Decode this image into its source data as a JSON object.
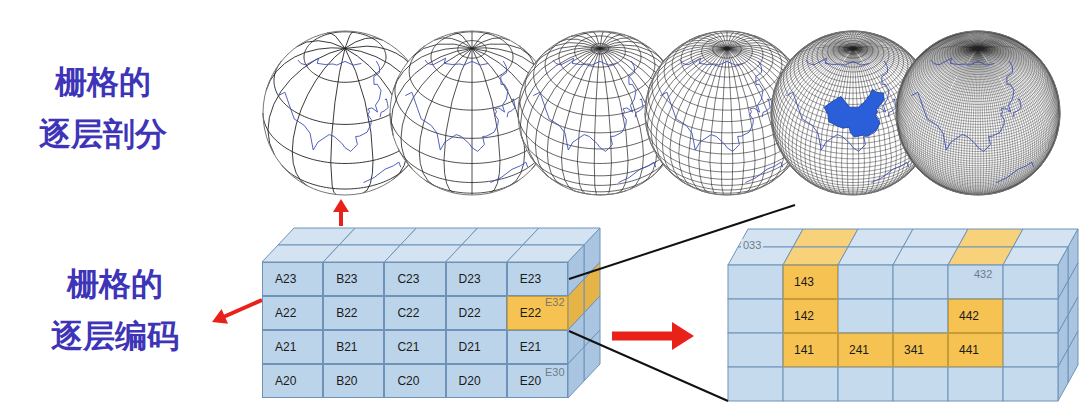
{
  "diagram": {
    "nodes": [
      {
        "text": [
          "A23"
        ]
      },
      {
        "text": [
          "B23"
        ]
      },
      {
        "text": [
          "C23"
        ]
      },
      {
        "text": [
          "D23"
        ]
      },
      {
        "text": [
          "E23"
        ]
      },
      {
        "text": [
          "A22"
        ]
      },
      {
        "text": [
          "B22"
        ]
      },
      {
        "text": [
          "C22"
        ]
      },
      {
        "text": [
          "D22"
        ]
      },
      {
        "text": [
          "E22"
        ]
      },
      {
        "text": [
          "A21"
        ]
      },
      {
        "text": [
          "B21"
        ]
      },
      {
        "text": [
          "C21"
        ]
      },
      {
        "text": [
          "D21"
        ]
      },
      {
        "text": [
          "E21"
        ]
      },
      {
        "text": [
          "A20"
        ]
      },
      {
        "text": [
          "B20"
        ]
      },
      {
        "text": [
          "C20"
        ]
      },
      {
        "text": [
          "D20"
        ]
      },
      {
        "text": [
          "E20"
        ]
      },
      {
        "text": [
          "143"
        ]
      },
      {
        "text": [
          "142"
        ]
      },
      {
        "text": [
          "442"
        ]
      },
      {
        "text": [
          "141"
        ]
      },
      {
        "text": [
          "241"
        ]
      },
      {
        "text": [
          "341"
        ]
      },
      {
        "text": [
          "441"
        ]
      }
    ],
    "labels": [
      "栅格的 逐层剖分",
      "栅格的 逐层编码",
      "E32",
      "E30",
      "033",
      "432"
    ]
  }
}
